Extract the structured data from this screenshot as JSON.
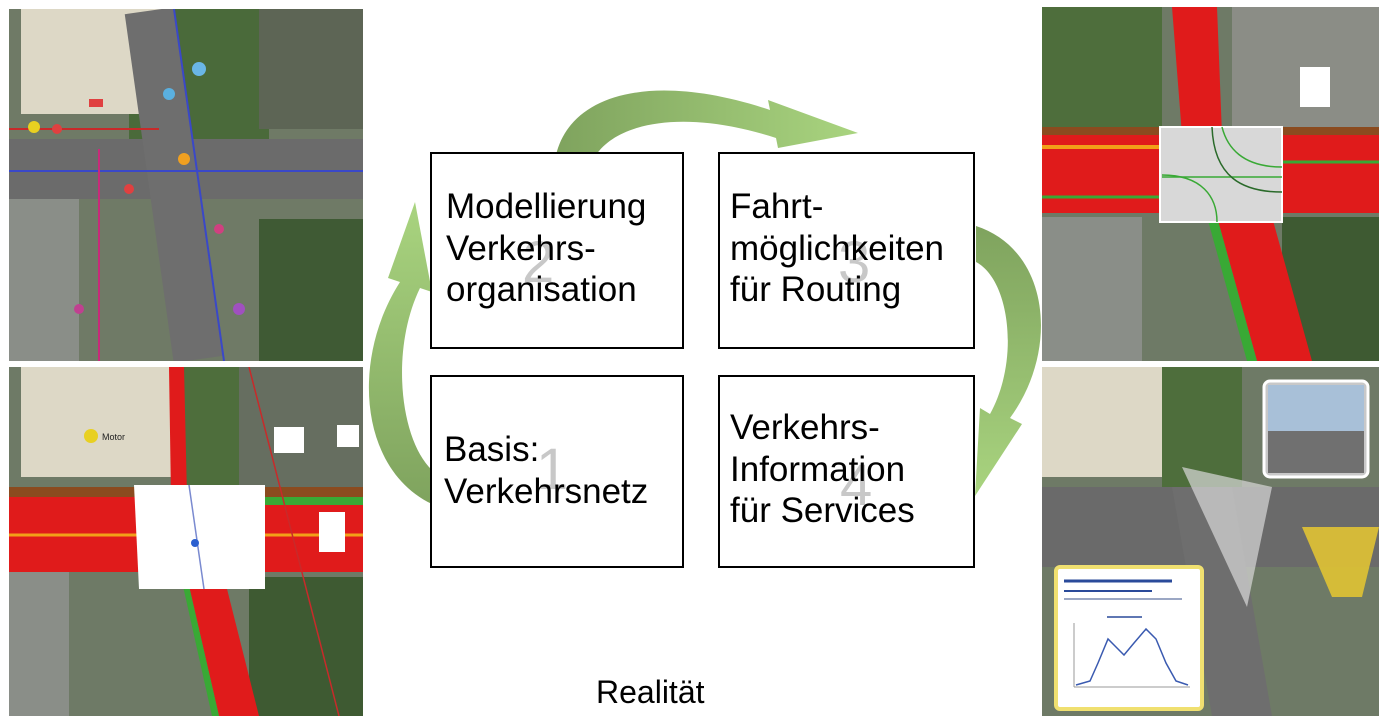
{
  "cycle": {
    "caption": "Realität",
    "steps": [
      {
        "number": "1",
        "lines": "Basis:\nVerkehrsnetz"
      },
      {
        "number": "2",
        "lines": "Modellierung\nVerkehrs-\norganisation"
      },
      {
        "number": "3",
        "lines": "Fahrt-\nmöglichkeiten\nfür Routing"
      },
      {
        "number": "4",
        "lines": "Verkehrs-\nInformation\nfür Services"
      }
    ]
  },
  "colors": {
    "arrow_light": "#a9d47f",
    "arrow_dark": "#7fa35e",
    "road_red": "#e01b1b",
    "road_green": "#39a935",
    "road_brown": "#8b4b1f"
  },
  "imagery": {
    "poi_label": "Motor"
  }
}
